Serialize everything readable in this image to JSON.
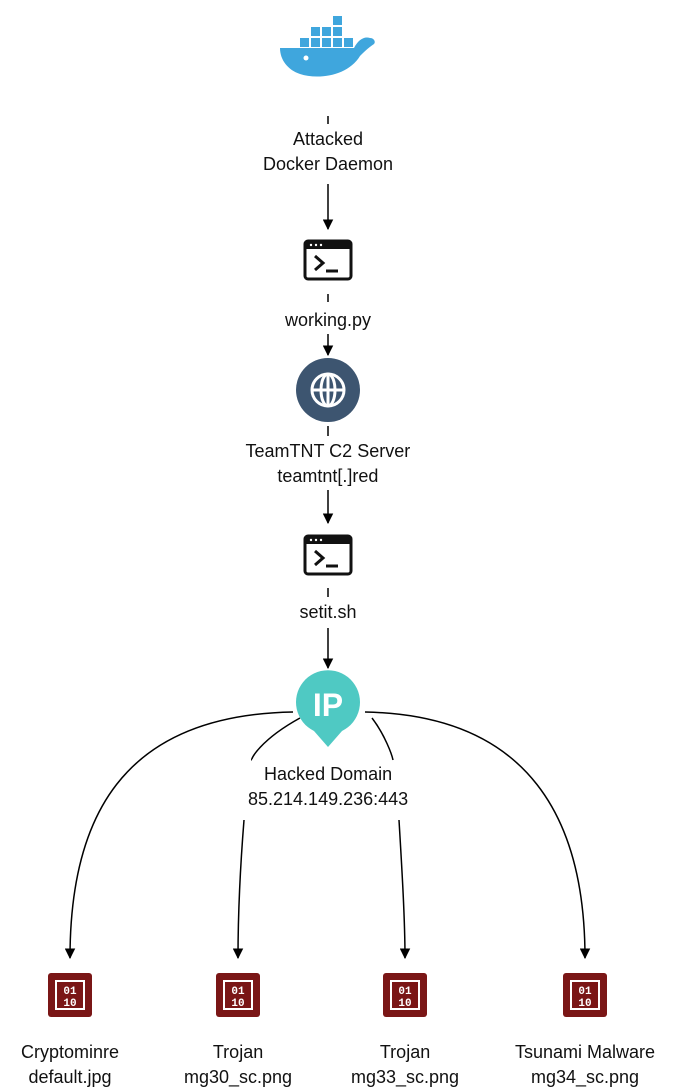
{
  "diagram": {
    "title": "",
    "nodes": [
      {
        "id": "docker",
        "icon": "docker-whale-icon",
        "lines": [
          "Attacked",
          "Docker Daemon"
        ]
      },
      {
        "id": "working",
        "icon": "terminal-icon",
        "lines": [
          "working.py"
        ]
      },
      {
        "id": "c2",
        "icon": "globe-icon",
        "lines": [
          "TeamTNT C2 Server",
          "teamtnt[.]red"
        ]
      },
      {
        "id": "setit",
        "icon": "terminal-icon",
        "lines": [
          "setit.sh"
        ]
      },
      {
        "id": "ip",
        "icon": "ip-pin-icon",
        "lines": [
          "Hacked Domain",
          "85.214.149.236:443"
        ]
      },
      {
        "id": "crypto",
        "icon": "binary-file-icon",
        "lines": [
          "Cryptominre",
          "default.jpg"
        ]
      },
      {
        "id": "trojan30",
        "icon": "binary-file-icon",
        "lines": [
          "Trojan",
          "mg30_sc.png"
        ]
      },
      {
        "id": "trojan33",
        "icon": "binary-file-icon",
        "lines": [
          "Trojan",
          "mg33_sc.png"
        ]
      },
      {
        "id": "tsunami",
        "icon": "binary-file-icon",
        "lines": [
          "Tsunami Malware",
          "mg34_sc.png"
        ]
      }
    ],
    "edges": [
      {
        "from": "docker",
        "to": "working"
      },
      {
        "from": "working",
        "to": "c2"
      },
      {
        "from": "c2",
        "to": "setit"
      },
      {
        "from": "setit",
        "to": "ip"
      },
      {
        "from": "ip",
        "to": "crypto"
      },
      {
        "from": "ip",
        "to": "trojan30"
      },
      {
        "from": "ip",
        "to": "trojan33"
      },
      {
        "from": "ip",
        "to": "tsunami"
      }
    ],
    "colors": {
      "docker": "#3fa6dd",
      "terminal": "#111111",
      "globe": "#3d5570",
      "ip": "#4fc9c3",
      "binary": "#7a1616",
      "edge": "#000000"
    }
  }
}
